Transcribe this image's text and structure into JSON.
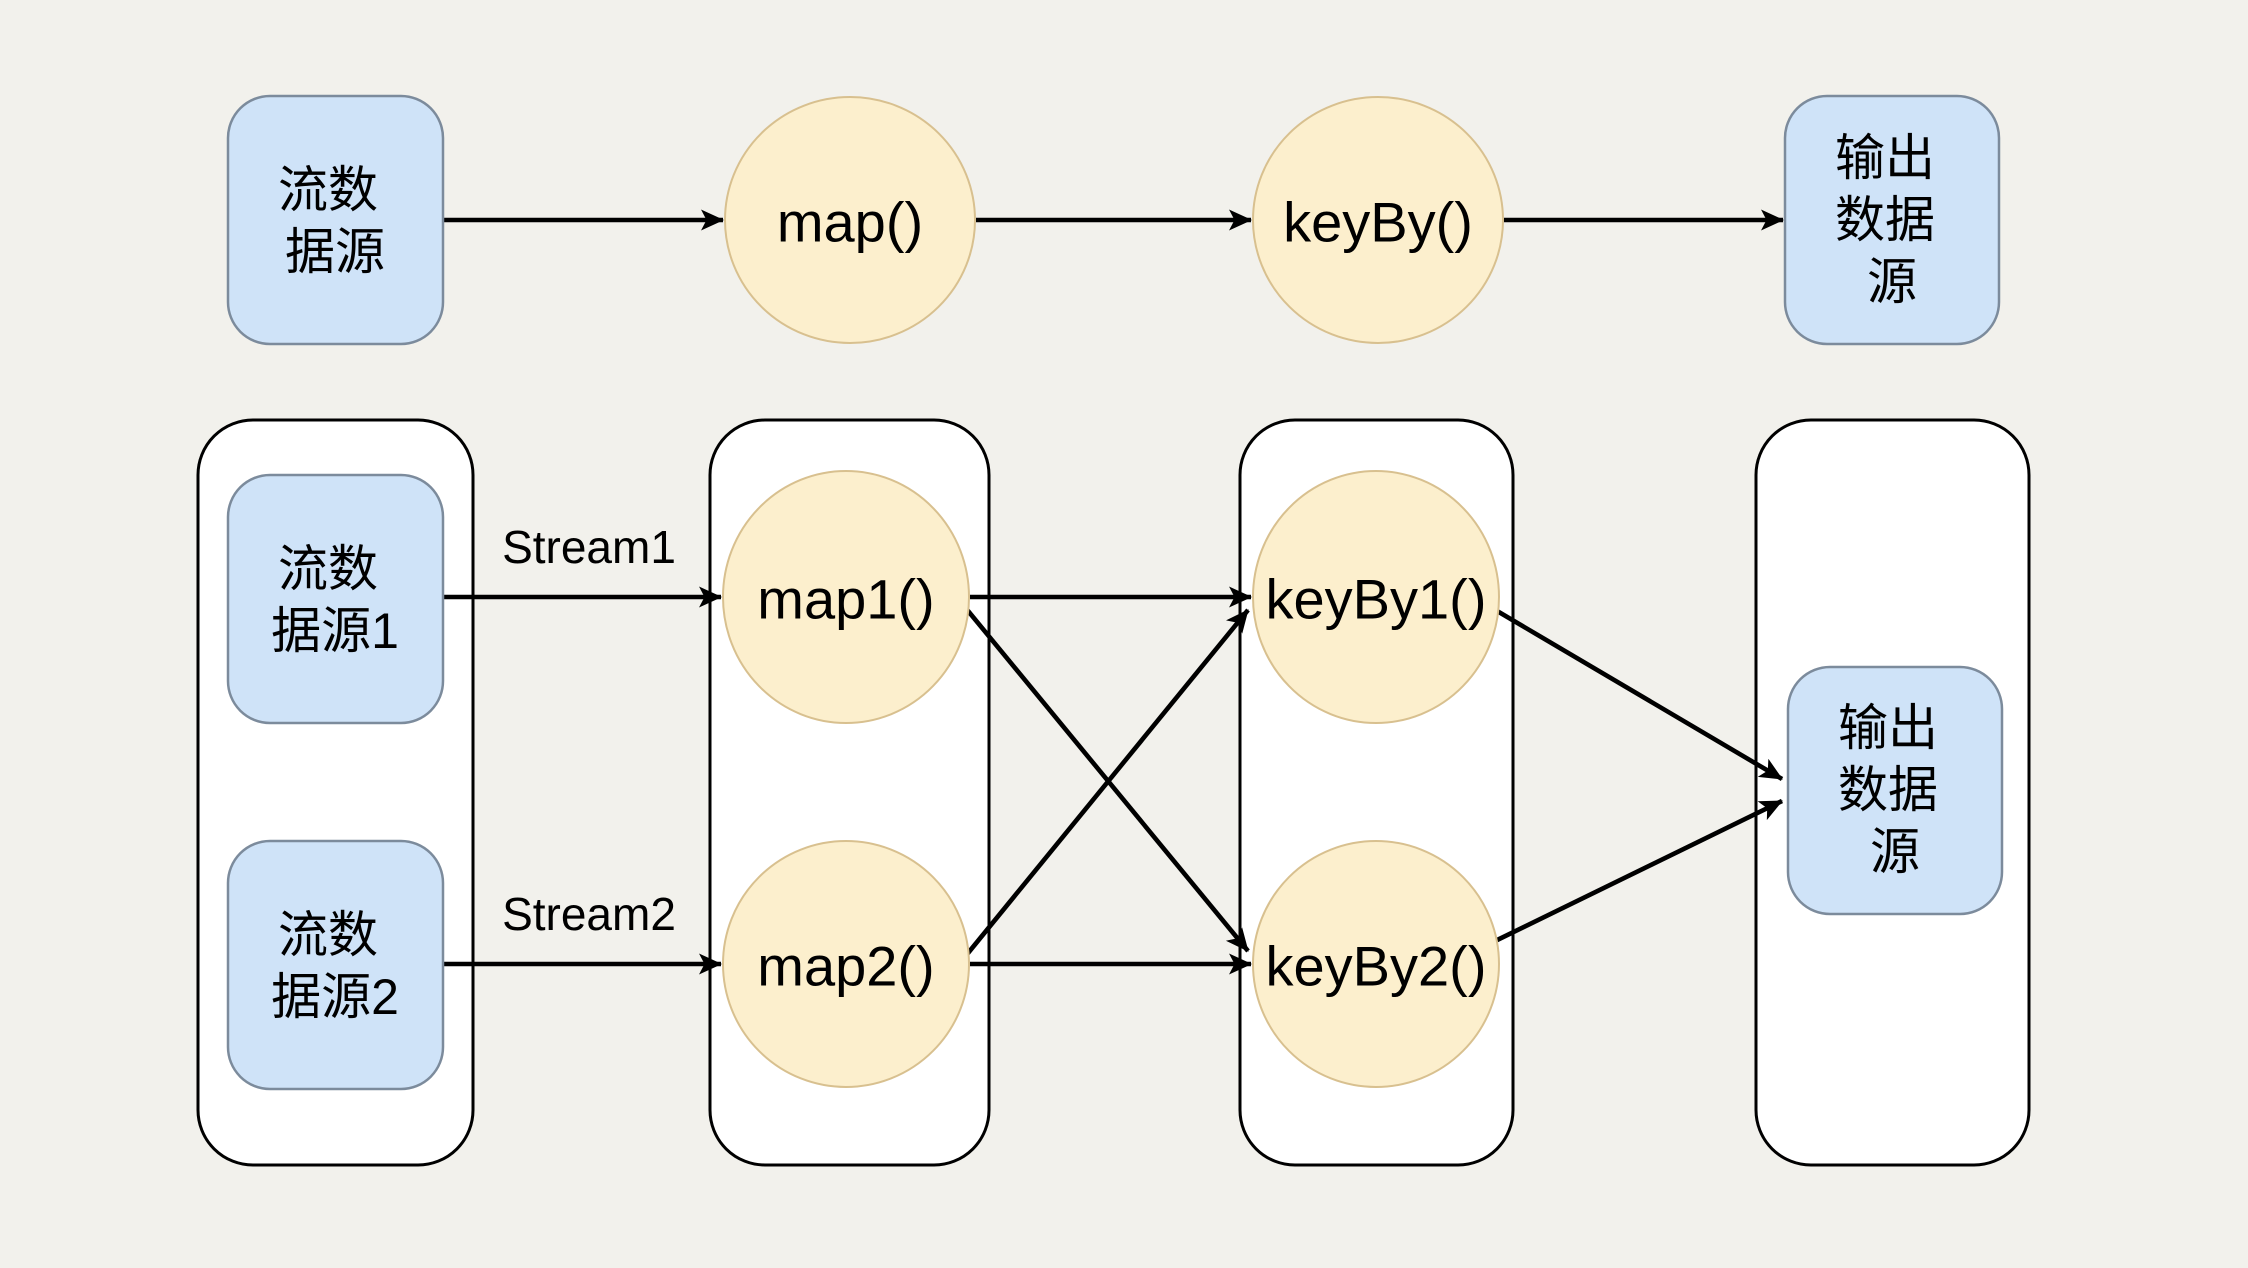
{
  "colors": {
    "background": "#f2f1ec",
    "source_fill": "#cfe3f8",
    "source_border": "#7c8b9c",
    "operator_fill": "#fcefcd",
    "operator_border": "#d8c08f",
    "container_fill": "#ffffff",
    "container_border": "#000000",
    "arrow": "#000000",
    "text": "#000000"
  },
  "top_flow": {
    "source": {
      "line1": "流数",
      "line2": "据源"
    },
    "map": {
      "label": "map()"
    },
    "keyby": {
      "label": "keyBy()"
    },
    "sink": {
      "line1": "输出",
      "line2": "数据",
      "line3": "源"
    }
  },
  "parallel_flow": {
    "source1": {
      "line1": "流数",
      "line2": "据源1"
    },
    "source2": {
      "line1": "流数",
      "line2": "据源2"
    },
    "stream1": {
      "label": "Stream1"
    },
    "stream2": {
      "label": "Stream2"
    },
    "map1": {
      "label": "map1()"
    },
    "map2": {
      "label": "map2()"
    },
    "keyby1": {
      "label": "keyBy1()"
    },
    "keyby2": {
      "label": "keyBy2()"
    },
    "sink": {
      "line1": "输出",
      "line2": "数据",
      "line3": "源"
    }
  }
}
